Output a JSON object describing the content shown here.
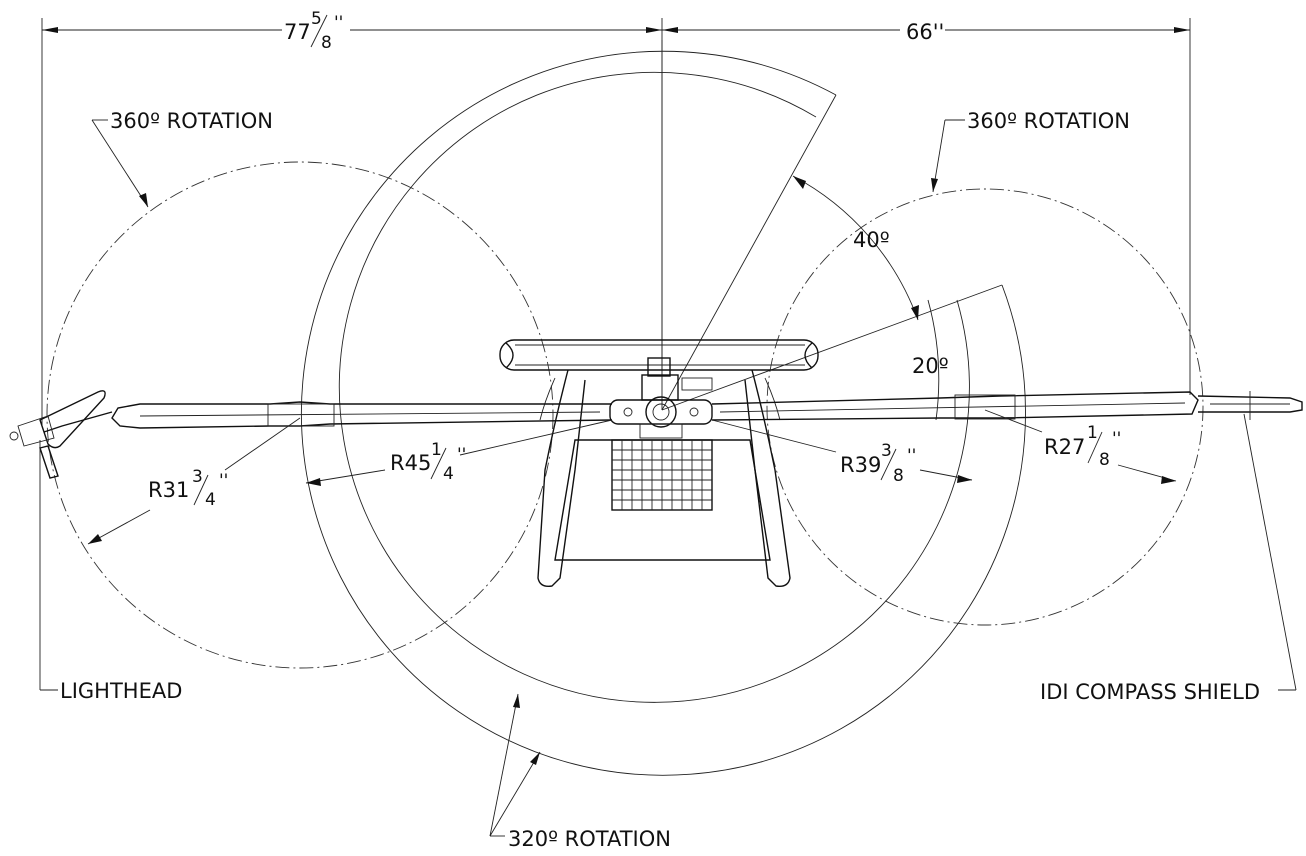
{
  "dimensions": {
    "overall_left": {
      "whole": "77",
      "num": "5",
      "den": "8",
      "unit": "''"
    },
    "overall_right": {
      "text": "66''"
    },
    "radius_lighthead": {
      "prefix": "R31",
      "num": "3",
      "den": "4",
      "unit": "''"
    },
    "radius_inner": {
      "prefix": "R45",
      "num": "1",
      "den": "4",
      "unit": "''"
    },
    "radius_mid": {
      "prefix": "R39",
      "num": "3",
      "den": "8",
      "unit": "''"
    },
    "radius_shield": {
      "prefix": "R27",
      "num": "1",
      "den": "8",
      "unit": "''"
    }
  },
  "angles": {
    "upper": "40º",
    "lower": "20º"
  },
  "callouts": {
    "rotation_left": "360º ROTATION",
    "rotation_right": "360º ROTATION",
    "rotation_bottom": "320º ROTATION",
    "lighthead": "LIGHTHEAD",
    "shield": "IDI COMPASS SHIELD"
  }
}
